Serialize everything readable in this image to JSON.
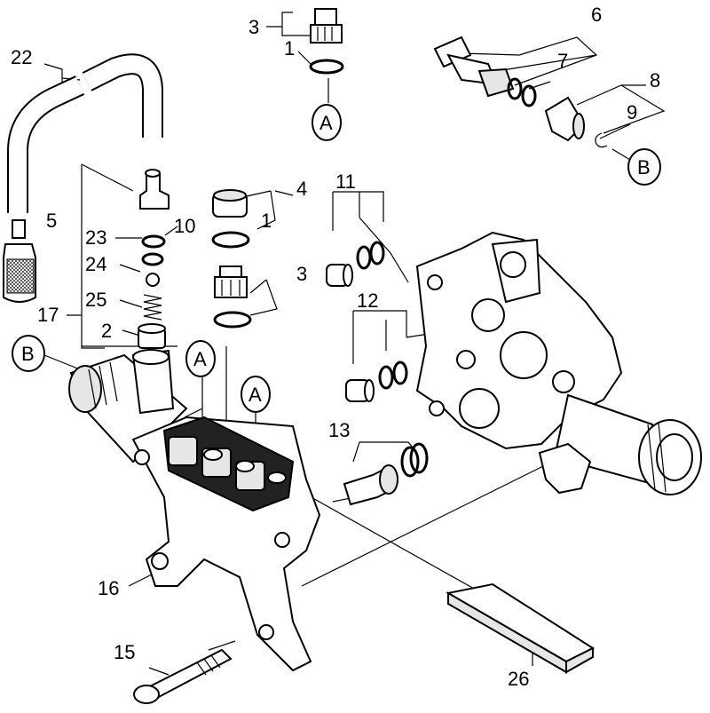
{
  "callouts": [
    {
      "id": "n3a",
      "text": "3"
    },
    {
      "id": "n1a",
      "text": "1"
    },
    {
      "id": "n22",
      "text": "22"
    },
    {
      "id": "n6",
      "text": "6"
    },
    {
      "id": "n7",
      "text": "7"
    },
    {
      "id": "n8",
      "text": "8"
    },
    {
      "id": "n9",
      "text": "9"
    },
    {
      "id": "n5",
      "text": "5"
    },
    {
      "id": "n4",
      "text": "4"
    },
    {
      "id": "n10",
      "text": "10"
    },
    {
      "id": "n1b",
      "text": "1"
    },
    {
      "id": "n11",
      "text": "11"
    },
    {
      "id": "n23",
      "text": "23"
    },
    {
      "id": "n24",
      "text": "24"
    },
    {
      "id": "n3b",
      "text": "3"
    },
    {
      "id": "n25",
      "text": "25"
    },
    {
      "id": "n12",
      "text": "12"
    },
    {
      "id": "n17",
      "text": "17"
    },
    {
      "id": "n2",
      "text": "2"
    },
    {
      "id": "n13",
      "text": "13"
    },
    {
      "id": "n16",
      "text": "16"
    },
    {
      "id": "n15",
      "text": "15"
    },
    {
      "id": "n26",
      "text": "26"
    }
  ],
  "refs": [
    {
      "id": "refA1",
      "text": "A"
    },
    {
      "id": "refB1",
      "text": "B"
    },
    {
      "id": "refB2",
      "text": "B"
    },
    {
      "id": "refA2",
      "text": "A"
    },
    {
      "id": "refA3",
      "text": "A"
    }
  ]
}
